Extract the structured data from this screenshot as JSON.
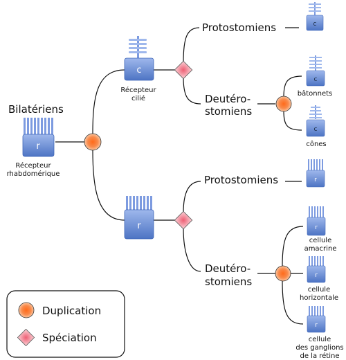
{
  "colors": {
    "cell_fill": "#6b8fd6",
    "cell_light": "#a9c0ee",
    "cell_dark": "#3f66b8",
    "duplication": "#f5853f",
    "speciation": "#f08c9a"
  },
  "diagram": {
    "root": {
      "title": "Bilatériens",
      "cell_letter": "r",
      "caption_line1": "Récepteur",
      "caption_line2": "rhabdomérique"
    },
    "upper": {
      "cell_letter": "c",
      "caption_line1": "Récepteur",
      "caption_line2": "cilié",
      "protostome_label": "Protostomiens",
      "protostome_cell_letter": "c",
      "deuterostome_line1": "Deutéro-",
      "deuterostome_line2": "stomiens",
      "leaves": [
        {
          "letter": "c",
          "label": "bâtonnets"
        },
        {
          "letter": "c",
          "label": "cônes"
        }
      ]
    },
    "lower": {
      "cell_letter": "r",
      "protostome_label": "Protostomiens",
      "protostome_cell_letter": "r",
      "deuterostome_line1": "Deutéro-",
      "deuterostome_line2": "stomiens",
      "leaves": [
        {
          "letter": "r",
          "label_line1": "cellule",
          "label_line2": "amacrine",
          "label_line3": ""
        },
        {
          "letter": "r",
          "label_line1": "cellule",
          "label_line2": "horizontale",
          "label_line3": ""
        },
        {
          "letter": "r",
          "label_line1": "cellule",
          "label_line2": "des ganglions",
          "label_line3": "de la rétine"
        }
      ]
    },
    "legend": {
      "duplication": "Duplication",
      "speciation": "Spéciation"
    }
  }
}
